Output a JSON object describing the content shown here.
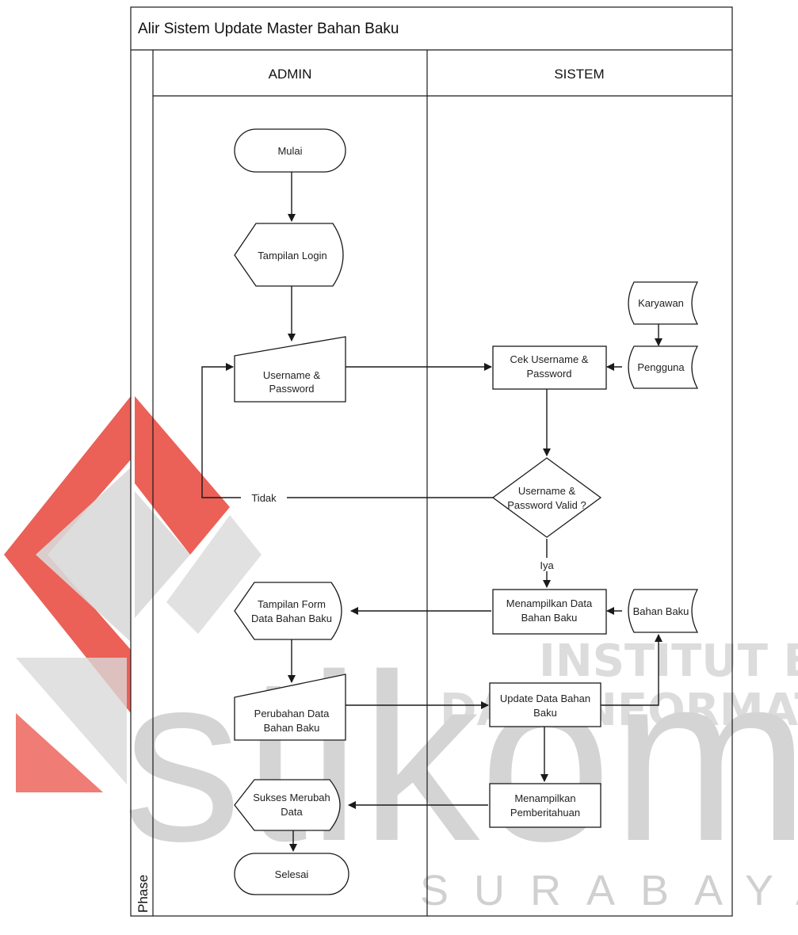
{
  "diagram": {
    "title": "Alir Sistem Update Master Bahan Baku",
    "phase_label": "Phase",
    "lanes": [
      {
        "name": "ADMIN"
      },
      {
        "name": "SISTEM"
      }
    ],
    "nodes": {
      "mulai": "Mulai",
      "tampilan_login": "Tampilan Login",
      "username_input": [
        "Username &",
        "Password"
      ],
      "cek_username": [
        "Cek Username &",
        "Password"
      ],
      "karyawan": "Karyawan",
      "pengguna": "Pengguna",
      "valid_decision": [
        "Username &",
        "Password Valid ?"
      ],
      "menampilkan_data": [
        "Menampilkan Data",
        "Bahan Baku"
      ],
      "bahan_baku_db": "Bahan Baku",
      "tampilan_form": [
        "Tampilan Form",
        "Data Bahan Baku"
      ],
      "perubahan_data": [
        "Perubahan Data",
        "Bahan Baku"
      ],
      "update_data": [
        "Update Data Bahan",
        "Baku"
      ],
      "menampilkan_pemberitahuan": [
        "Menampilkan",
        "Pemberitahuan"
      ],
      "sukses": [
        "Sukses Merubah",
        "Data"
      ],
      "selesai": "Selesai"
    },
    "edge_labels": {
      "tidak": "Tidak",
      "iya": "Iya"
    }
  },
  "watermark": {
    "line1": "INSTITUT BISNIS",
    "line2": "DAN INFORMATIKA",
    "logo_text": "stikom",
    "city": "SURABAYA",
    "colors": {
      "red": "#e8443a",
      "gray": "#cfcfcf"
    }
  }
}
